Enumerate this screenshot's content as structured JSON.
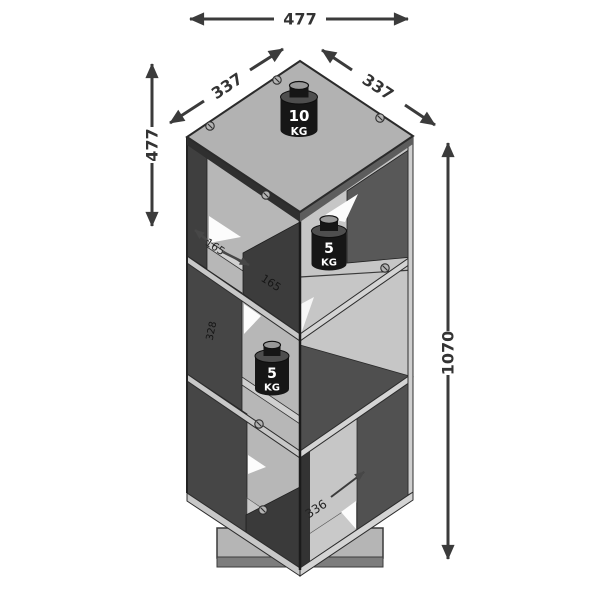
{
  "diagram": {
    "type": "isometric-dimension-drawing",
    "description": "three-tier open storage tower on a square rotating base plate"
  },
  "labels": {
    "overall_width_top": "477",
    "side_height_left": "477",
    "depth_left": "337",
    "depth_right": "337",
    "total_height": "1070",
    "inner_depth_arrow": "165",
    "inner_depth_panel": "165",
    "inner_height_panel": "328",
    "inner_width_bottom": "336"
  },
  "weights": {
    "top": {
      "value": "10",
      "unit": "KG"
    },
    "middle": {
      "value": "5",
      "unit": "KG"
    },
    "lower": {
      "value": "5",
      "unit": "KG"
    }
  },
  "colors": {
    "background": "#ffffff",
    "dimension_lines": "#3b3b3b",
    "panel_dark": "#4a4a4a",
    "interior_light": "#b7b7b7",
    "top_surface": "#b2b2b2",
    "weight_body": "#161616",
    "weight_text": "#ffffff"
  },
  "icons": {
    "screw": "slotted-screw-head",
    "arrowhead": "dimension-arrowhead"
  }
}
